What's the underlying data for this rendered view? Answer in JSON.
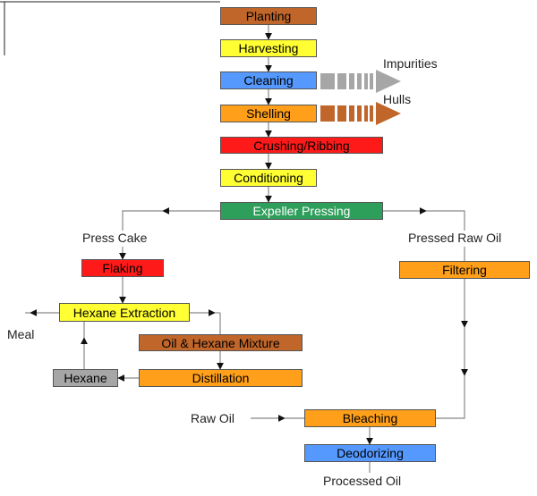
{
  "colors": {
    "brown": "#c0662a",
    "yellow": "#ffff33",
    "blue": "#5599ff",
    "orange": "#ff9f1a",
    "red": "#ff1a1a",
    "green": "#2e9e5b",
    "gray": "#a6a6a6",
    "line": "#888888",
    "arrowhead": "#111111"
  },
  "steps": {
    "planting": "Planting",
    "harvesting": "Harvesting",
    "cleaning": "Cleaning",
    "shelling": "Shelling",
    "crushing": "Crushing/Ribbing",
    "conditioning": "Conditioning",
    "expeller": "Expeller Pressing",
    "flaking": "Flaking",
    "hexane_extraction": "Hexane Extraction",
    "oil_hexane_mixture": "Oil & Hexane Mixture",
    "distillation": "Distillation",
    "hexane": "Hexane",
    "filtering": "Filtering",
    "bleaching": "Bleaching",
    "deodorizing": "Deodorizing"
  },
  "labels": {
    "impurities": "Impurities",
    "hulls": "Hulls",
    "press_cake": "Press Cake",
    "pressed_raw_oil": "Pressed Raw Oil",
    "meal": "Meal",
    "raw_oil": "Raw Oil",
    "processed_oil": "Processed Oil"
  }
}
